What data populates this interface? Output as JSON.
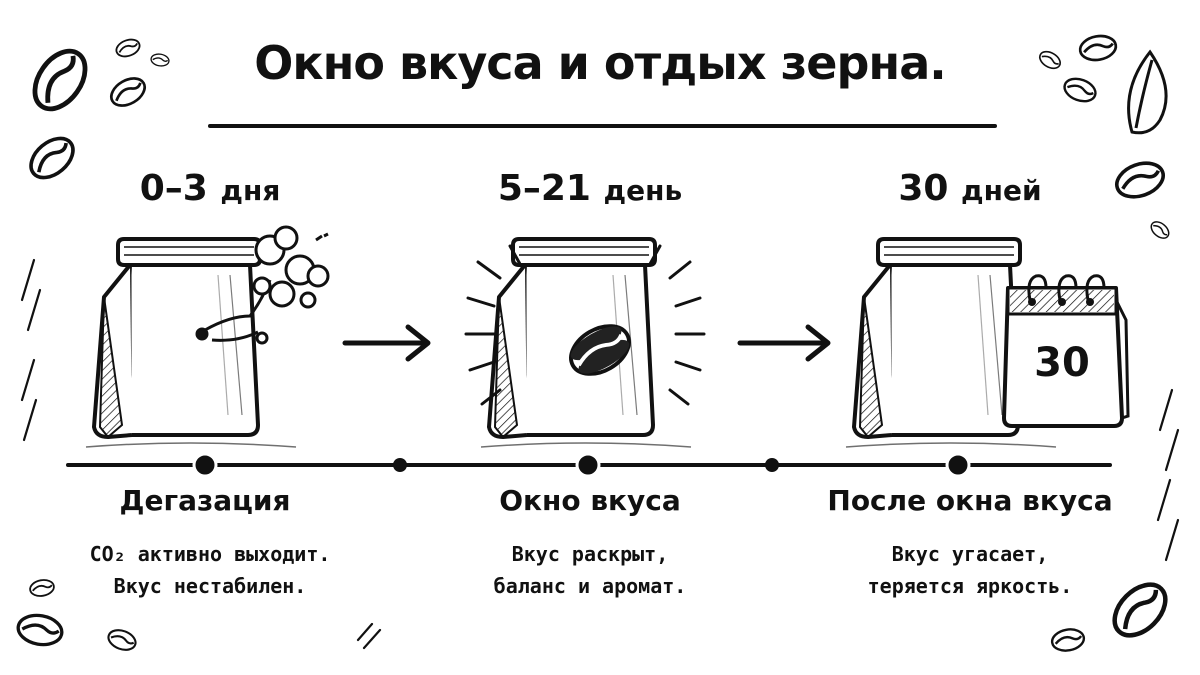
{
  "title": "Окно вкуса и отдых зерна.",
  "stages": [
    {
      "period_num": "0–3",
      "period_unit": "дня",
      "label": "Дегазация",
      "desc_line1": "CO₂ активно выходит.",
      "desc_line2": "Вкус нестабилен.",
      "icon": "steaming-coffee-bag"
    },
    {
      "period_num": "5–21",
      "period_unit": "день",
      "label": "Окно вкуса",
      "desc_line1": "Вкус раскрыт,",
      "desc_line2": "баланс и аромат.",
      "icon": "shining-coffee-bag-with-bean"
    },
    {
      "period_num": "30",
      "period_unit": "дней",
      "label": "После окна вкуса",
      "desc_line1": "Вкус угасает,",
      "desc_line2": "теряется яркость.",
      "icon": "coffee-bag-with-calendar"
    }
  ],
  "calendar_day": "30",
  "colors": {
    "ink": "#111111",
    "background": "#ffffff",
    "shade": "#d9d9d9"
  }
}
